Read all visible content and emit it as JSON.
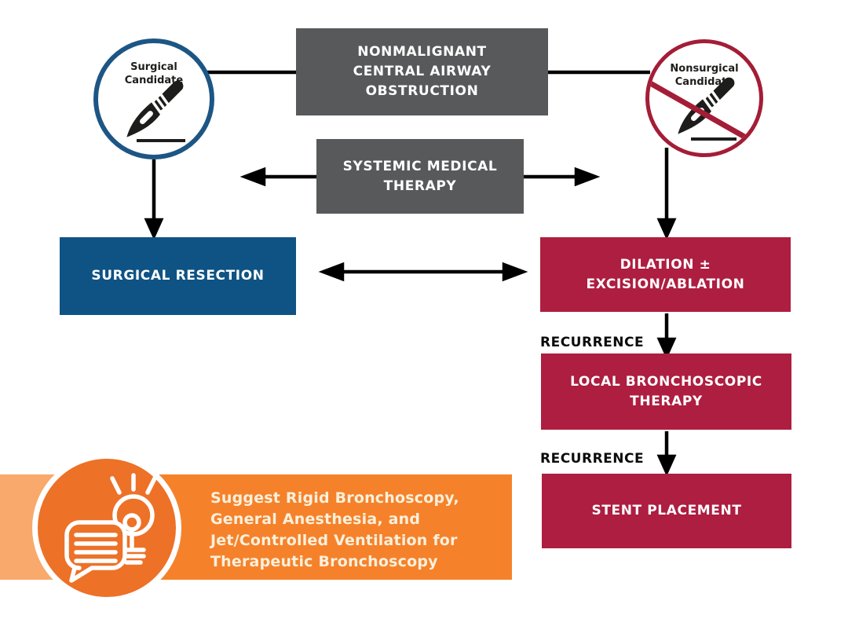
{
  "palette": {
    "box_gray": "#58595B",
    "box_blue": "#0E5384",
    "box_red": "#AD1E40",
    "circle_blue_border": "#1D5685",
    "circle_red_border": "#A41D37",
    "banner_orange": "#F5822B",
    "banner_orange_light": "#F8A96B",
    "banner_circle_orange": "#ED7127",
    "banner_text": "#FAF0DC",
    "line_black": "#000000"
  },
  "nodes": {
    "root": {
      "lines": [
        "NONMALIGNANT",
        "CENTRAL AIRWAY",
        "OBSTRUCTION"
      ]
    },
    "systemic": {
      "lines": [
        "SYSTEMIC MEDICAL",
        "THERAPY"
      ]
    },
    "surgical_resection": {
      "label": "SURGICAL RESECTION"
    },
    "dilation": {
      "lines": [
        "DILATION ±",
        "EXCISION/ABLATION"
      ]
    },
    "local": {
      "lines": [
        "LOCAL BRONCHOSCOPIC",
        "THERAPY"
      ]
    },
    "stent": {
      "label": "STENT PLACEMENT"
    }
  },
  "candidates": {
    "surgical": {
      "lines": [
        "Surgical",
        "Candidate"
      ],
      "icon": "scalpel-icon"
    },
    "nonsurgical": {
      "lines": [
        "Nonsurgical",
        "Candidate"
      ],
      "icon": "scalpel-prohibited-icon"
    }
  },
  "recurrence": {
    "first": "RECURRENCE",
    "second": "RECURRENCE"
  },
  "suggestion": {
    "lines": [
      "Suggest Rigid Bronchoscopy,",
      "General Anesthesia, and",
      "Jet/Controlled Ventilation for",
      "Therapeutic Bronchoscopy"
    ],
    "icons": [
      "speech-bubble-icon",
      "lightbulb-icon"
    ]
  }
}
